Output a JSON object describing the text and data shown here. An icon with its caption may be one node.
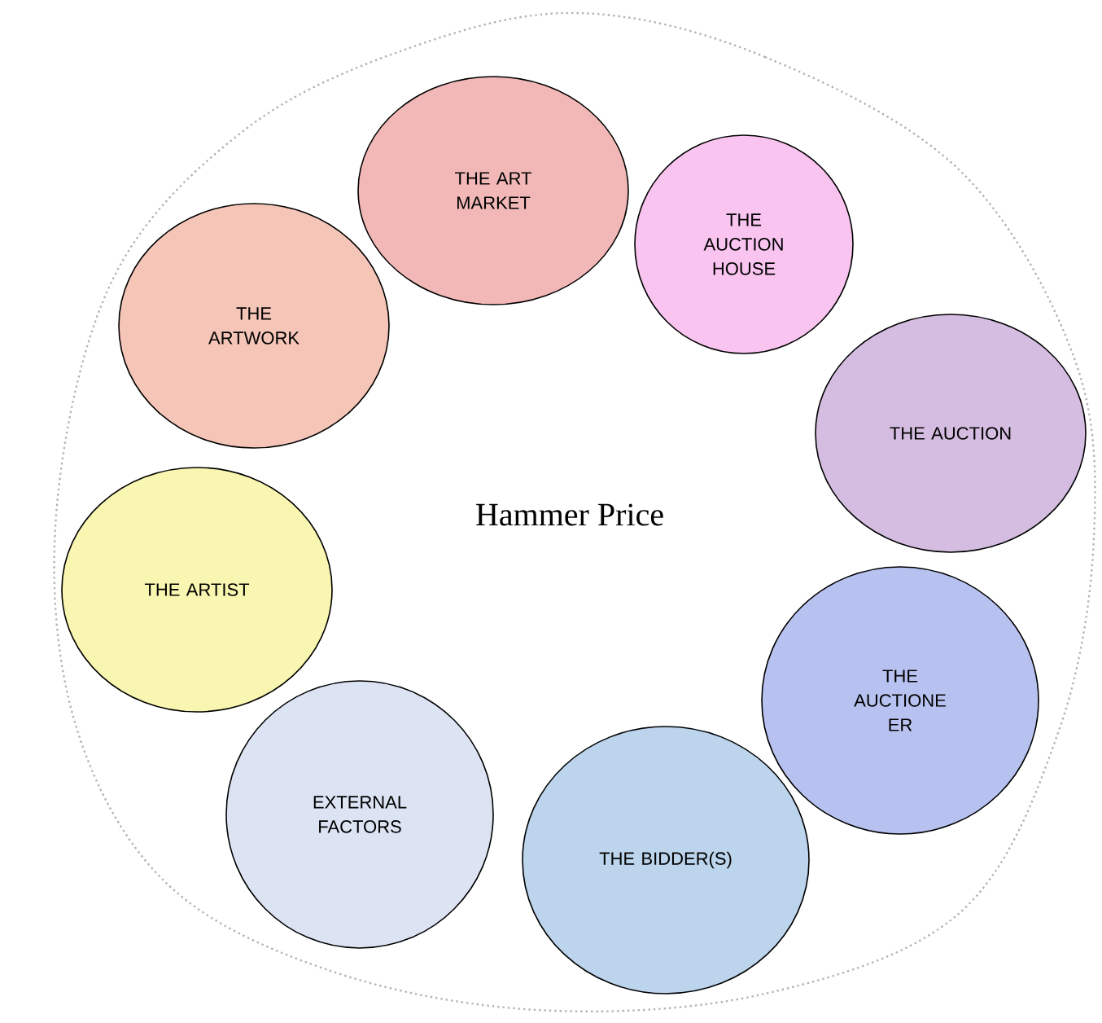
{
  "diagram": {
    "nodes": [
      {
        "text": [
          "Hammer Price"
        ]
      },
      {
        "text": [
          "THE ART MARKET"
        ],
        "in": 0
      },
      {
        "text": [
          "THE AUCTION HOUSE"
        ],
        "in": 0
      },
      {
        "text": [
          "THE ARTWORK"
        ],
        "in": 0
      },
      {
        "text": [
          "THE AUCTION"
        ],
        "in": 0
      },
      {
        "text": [
          "THE ARTIST"
        ],
        "in": 0
      },
      {
        "text": [
          "THE AUCTIONE ER"
        ],
        "in": 0
      },
      {
        "text": [
          "EXTERNAL FACTORS"
        ],
        "in": 0
      },
      {
        "text": [
          "THE BIDDER(S)"
        ],
        "in": 0
      }
    ]
  }
}
